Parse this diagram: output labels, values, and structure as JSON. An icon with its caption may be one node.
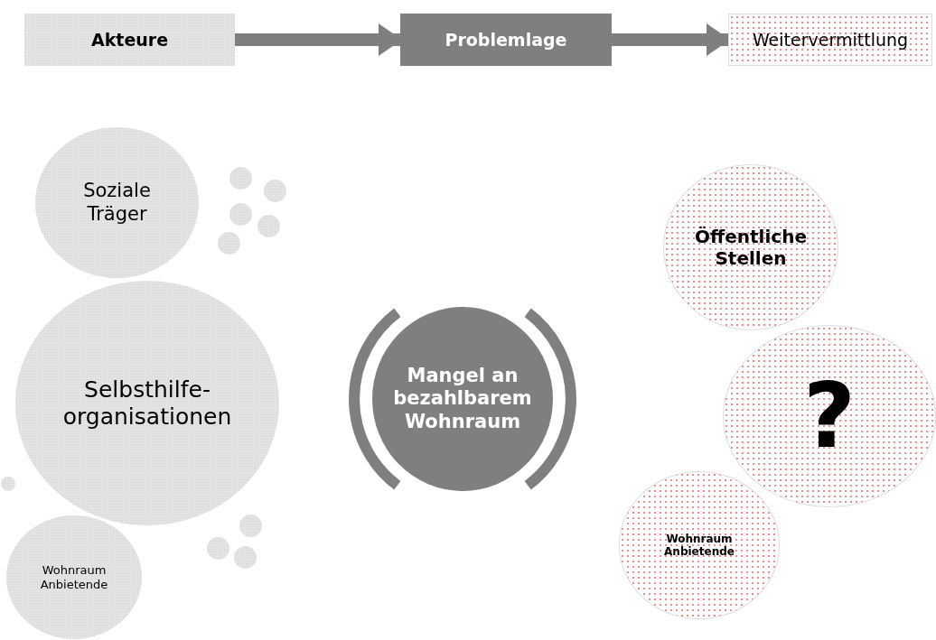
{
  "diagram": {
    "nodes": [
      {
        "text": [
          "Akteure"
        ]
      },
      {
        "text": [
          "Problemlage"
        ]
      },
      {
        "text": [
          "Weitervermittlung"
        ]
      },
      {
        "text": [
          "Soziale Träger"
        ]
      },
      {
        "text": [],
        "shape": "circle"
      },
      {
        "text": [],
        "shape": "circle"
      },
      {
        "text": [],
        "shape": "circle"
      },
      {
        "text": [],
        "shape": "circle"
      },
      {
        "text": [],
        "shape": "circle"
      },
      {
        "text": [
          "Selbsthilfe-organisationen"
        ]
      },
      {
        "text": [],
        "shape": "circle"
      },
      {
        "text": [],
        "shape": "circle"
      },
      {
        "text": [],
        "shape": "circle"
      },
      {
        "text": [],
        "shape": "circle"
      },
      {
        "text": [
          "Wohnraum Anbietende"
        ]
      },
      {
        "text": [
          "Mangel an bezahlbarem Wohnraum"
        ]
      },
      {
        "text": [
          "Öffentliche Stellen"
        ]
      },
      {
        "text": [
          "?"
        ]
      },
      {
        "text": [
          "Wohnraum Anbietende"
        ]
      }
    ],
    "edges": [
      {
        "from": 0,
        "to": 1,
        "arrow": "to"
      },
      {
        "from": 1,
        "to": 2,
        "arrow": "to"
      }
    ]
  }
}
